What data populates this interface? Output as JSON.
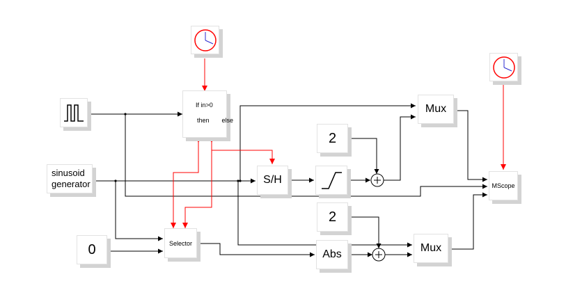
{
  "colors": {
    "signal_link": "#000000",
    "event_link": "#ff0000",
    "clock_face": "#ff0000",
    "clock_hand": "#2a2ad0",
    "block_border": "#e2e2e2",
    "block_shadow": "#d3d3d3"
  },
  "blocks": {
    "square_wave": {
      "icon": "square-wave-icon"
    },
    "sinusoid": {
      "line1": "sinusoid",
      "line2": "generator"
    },
    "const_zero": {
      "label": "0"
    },
    "if_then_else": {
      "line1": "If in>0",
      "then": "then",
      "else": "else"
    },
    "selector": {
      "label": "Selector"
    },
    "sample_hold": {
      "label": "S/H"
    },
    "saturation": {
      "icon": "saturation-icon"
    },
    "const_two_top": {
      "label": "2"
    },
    "const_two_bottom": {
      "label": "2"
    },
    "abs": {
      "label": "Abs"
    },
    "mux_top": {
      "label": "Mux"
    },
    "mux_bottom": {
      "label": "Mux"
    },
    "mscope": {
      "label": "MScope"
    },
    "clock_left": {
      "icon": "clock-icon"
    },
    "clock_right": {
      "icon": "clock-icon"
    },
    "sum_top": {
      "icon": "sum-icon"
    },
    "sum_bottom": {
      "icon": "sum-icon"
    }
  }
}
